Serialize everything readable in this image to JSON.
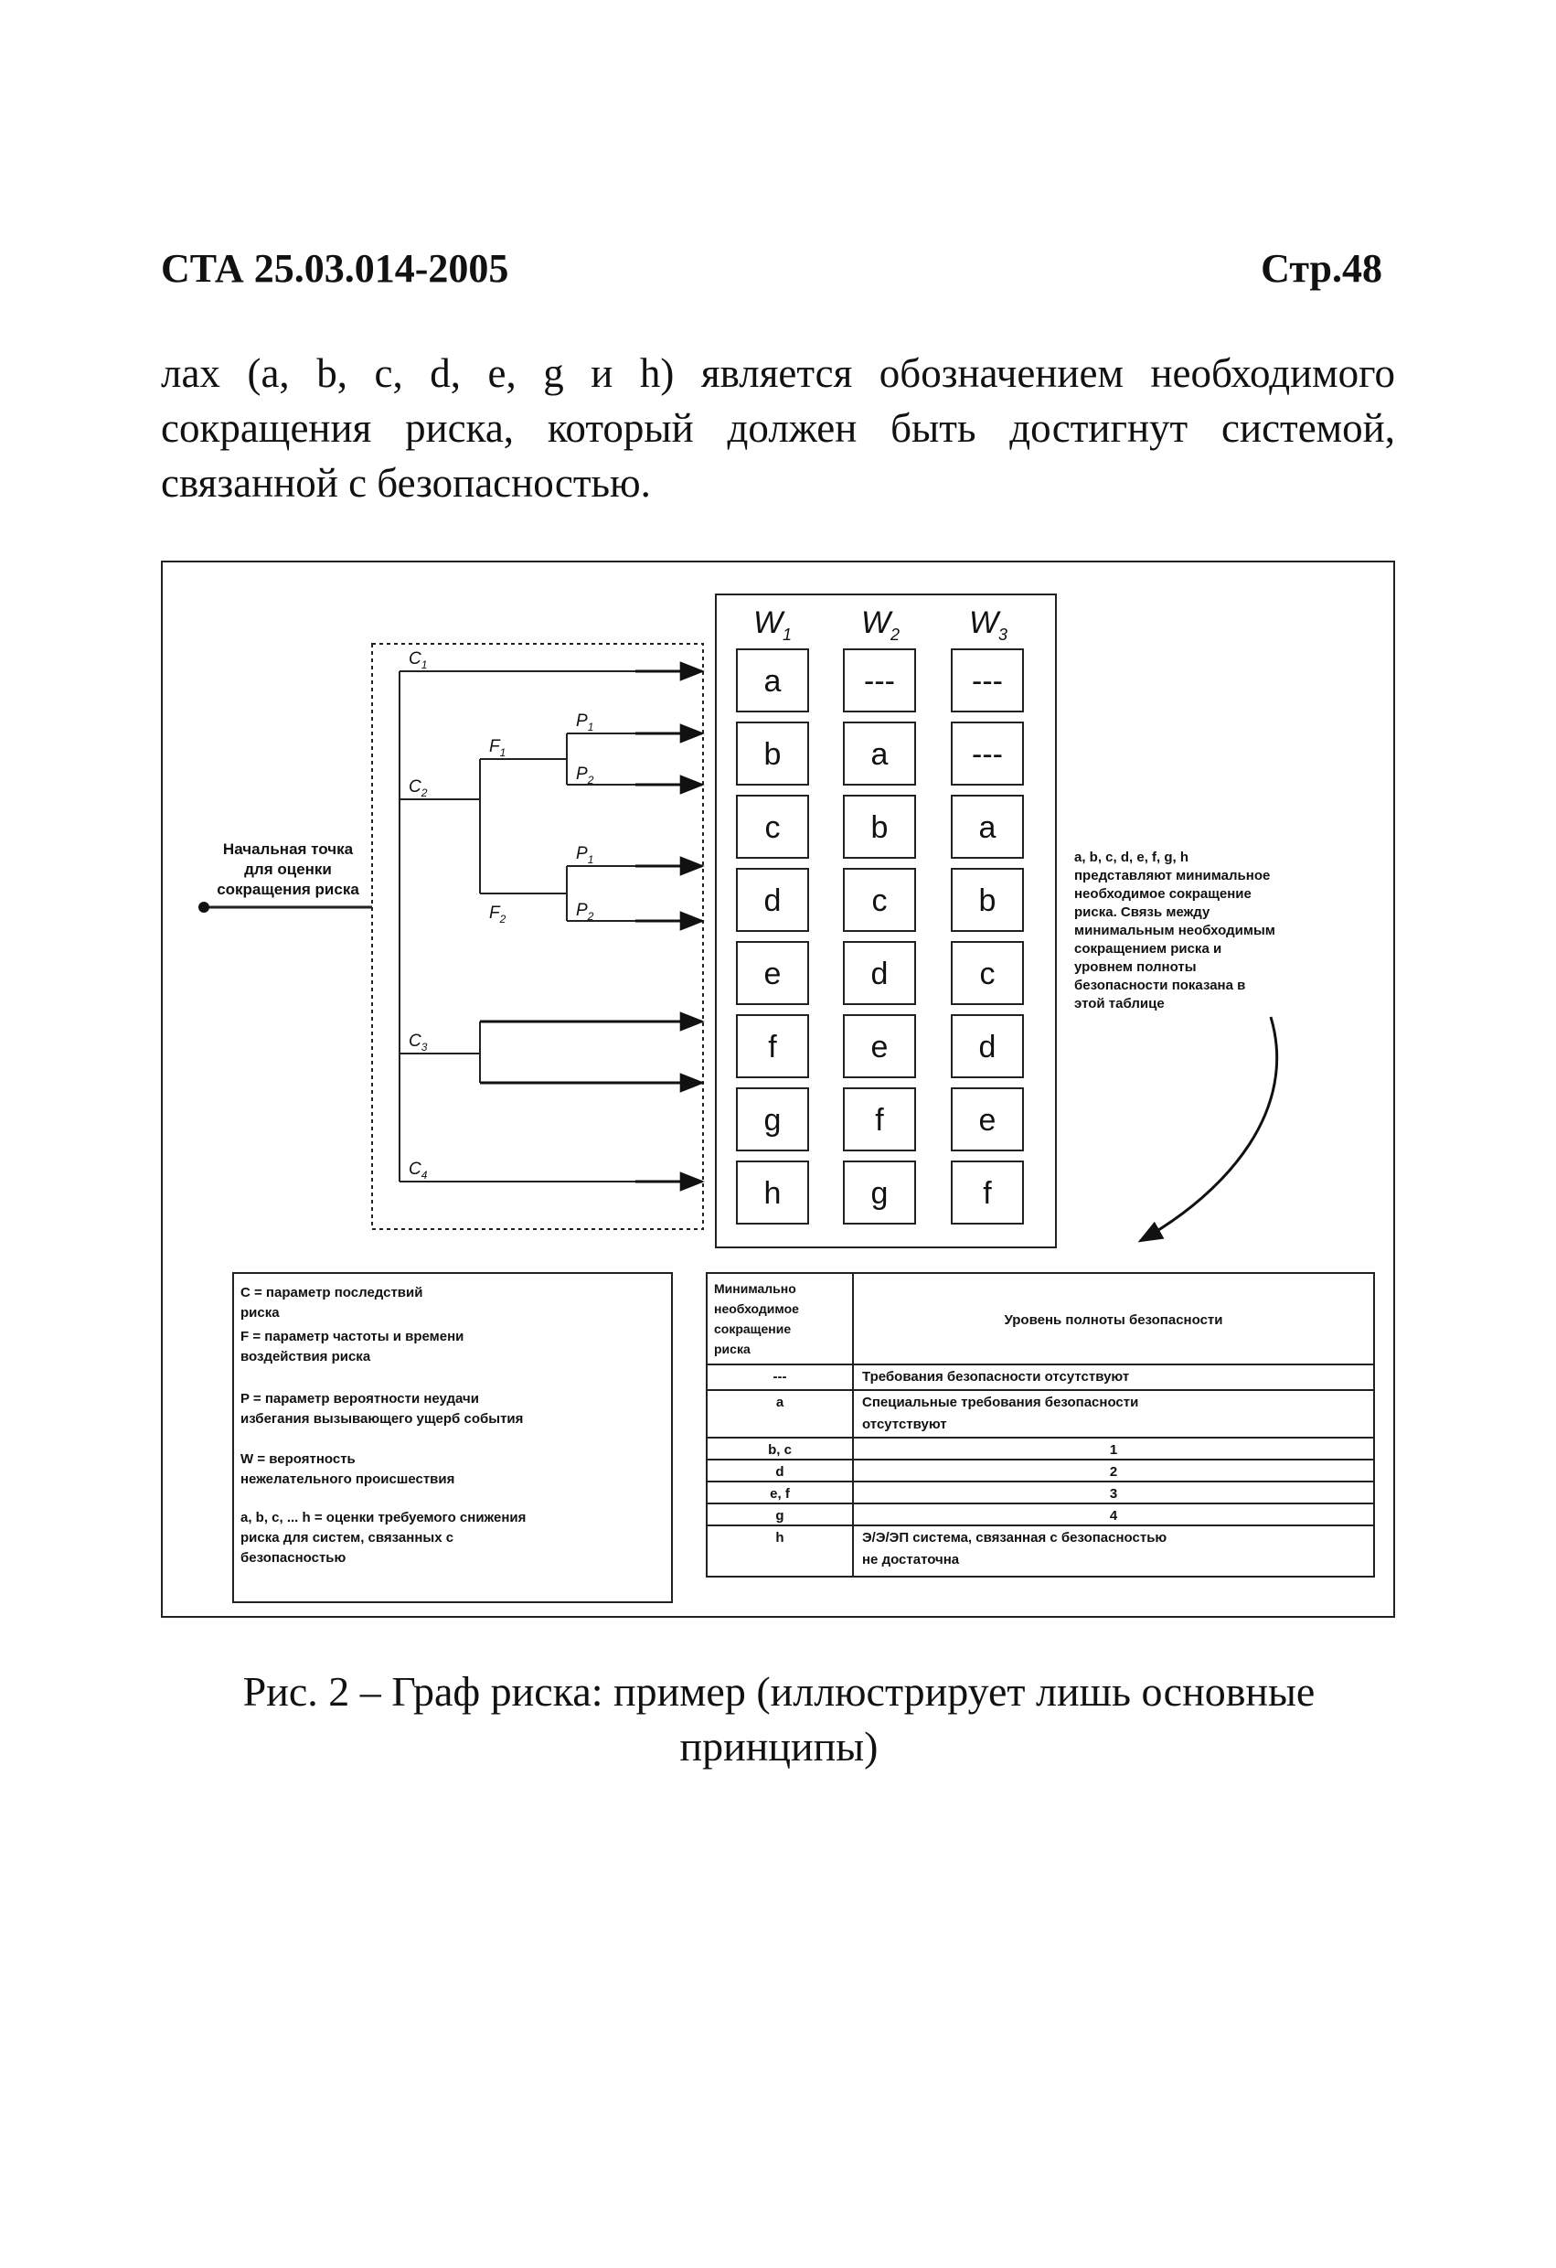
{
  "header": {
    "doc_id": "СТА 25.03.014-2005",
    "page": "Стр.48"
  },
  "paragraph": {
    "lines": [
      "лах (a, b, c, d, e, g и h) является обозначением необходимого",
      "сокращения риска, который должен быть достигнут системой,",
      "связанной с безопасностью."
    ]
  },
  "figure": {
    "start_label": [
      "Начальная точка",
      "для оценки",
      "сокращения риска"
    ],
    "c_labels": [
      "C",
      "C",
      "C",
      "C"
    ],
    "c_subs": [
      "1",
      "2",
      "3",
      "4"
    ],
    "f_labels": [
      "F",
      "F"
    ],
    "f_subs": [
      "1",
      "2"
    ],
    "p_labels": [
      "P",
      "P",
      "P",
      "P"
    ],
    "p_subs": [
      "1",
      "2",
      "1",
      "2"
    ],
    "w_headers": [
      "W",
      "W",
      "W"
    ],
    "w_subs": [
      "1",
      "2",
      "3"
    ],
    "columns": [
      [
        "a",
        "b",
        "c",
        "d",
        "e",
        "f",
        "g",
        "h"
      ],
      [
        "---",
        "a",
        "b",
        "c",
        "d",
        "e",
        "f",
        "g"
      ],
      [
        "---",
        "---",
        "a",
        "b",
        "c",
        "d",
        "e",
        "f"
      ]
    ],
    "note_lines": [
      "a, b, c, d, e, f, g, h",
      "представляют минимальное",
      "необходимое сокращение",
      "риска. Связь между",
      "минимальным необходимым",
      "сокращением риска и",
      "уровнем полноты",
      "безопасности показана в",
      "этой таблице"
    ],
    "legend": [
      [
        "C = параметр последствий",
        "риска"
      ],
      [
        "F = параметр частоты и времени",
        "воздействия риска"
      ],
      [
        "P = параметр вероятности неудачи",
        "избегания вызывающего ущерб события"
      ],
      [
        "W = вероятность",
        "нежелательного происшествия"
      ],
      [
        "a, b, c, ... h = оценки требуемого снижения",
        "риска для систем, связанных с",
        "безопасностью"
      ]
    ],
    "table": {
      "head_left": [
        "Минимально",
        "необходимое",
        "сокращение",
        "риска"
      ],
      "head_right": "Уровень полноты безопасности",
      "rows": [
        {
          "key": "---",
          "value": [
            "Требования безопасности отсутствуют"
          ]
        },
        {
          "key": "a",
          "value": [
            "Специальные требования безопасности",
            "отсутствуют"
          ]
        },
        {
          "key": "b, c",
          "value": [
            "1"
          ]
        },
        {
          "key": "d",
          "value": [
            "2"
          ]
        },
        {
          "key": "e, f",
          "value": [
            "3"
          ]
        },
        {
          "key": "g",
          "value": [
            "4"
          ]
        },
        {
          "key": "h",
          "value": [
            "Э/Э/ЭП система, связанная с безопасностью",
            "не достаточна"
          ]
        }
      ]
    }
  },
  "caption": {
    "lines": [
      "Рис. 2 – Граф риска: пример (иллюстрирует лишь основные",
      "принципы)"
    ]
  }
}
